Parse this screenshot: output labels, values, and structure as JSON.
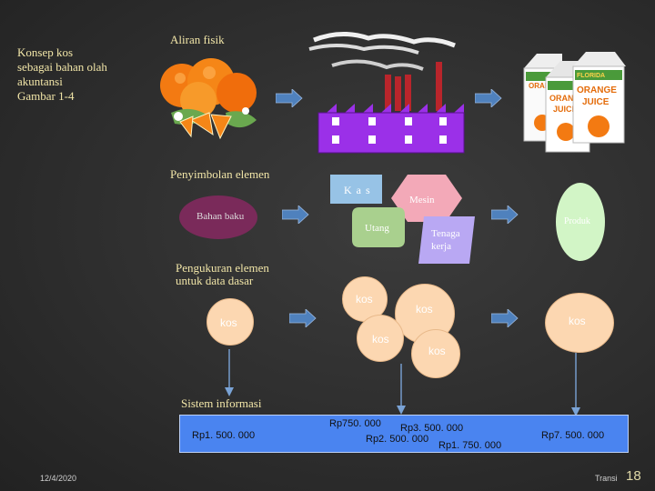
{
  "slide": {
    "title_lines": [
      "Konsep kos",
      "sebagai bahan olah",
      "akuntansi",
      "Gambar 1-4"
    ],
    "row1_label": "Aliran fisik",
    "row2_label": "Penyimbolan elemen",
    "row3_label_lines": [
      "Pengukuran elemen",
      "untuk data dasar"
    ],
    "row4_label": "Sistem informasi",
    "date": "12/4/2020",
    "footer_label": "Transi",
    "page_number": "18"
  },
  "symbols": {
    "bahan_baku": "Bahan baku",
    "kas": "K a s",
    "mesin": "Mesin",
    "utang": "Utang",
    "tenaga_kerja_lines": [
      "Tenaga",
      "kerja"
    ],
    "produk": "Produk"
  },
  "kos_labels": {
    "left": "kos",
    "mid_top_left": "kos",
    "mid_top_right": "kos",
    "mid_bottom_left": "kos",
    "mid_bottom_right": "kos",
    "right": "kos"
  },
  "info_values": {
    "left": "Rp1. 500. 000",
    "mid_1": "Rp750. 000",
    "mid_2": "Rp3. 500. 000",
    "mid_3": "Rp2. 500. 000",
    "mid_4": "Rp1. 750. 000",
    "right": "Rp7. 500. 000"
  },
  "colors": {
    "arrow_fill": "#4f81bd",
    "bahan_baku": "#7a2a5a",
    "kas": "#97c3e6",
    "mesin": "#f3a9b8",
    "utang": "#a9d08e",
    "tenaga_kerja": "#b9a8f3",
    "produk": "#d2f5c6",
    "kos_fill": "#fcd7b1",
    "factory": "#9b30e8",
    "info_bar": "#4a84f0"
  },
  "icons": {
    "oranges": "oranges-illustration",
    "factory": "factory-illustration",
    "juice": "orange-juice-cartons-illustration"
  }
}
